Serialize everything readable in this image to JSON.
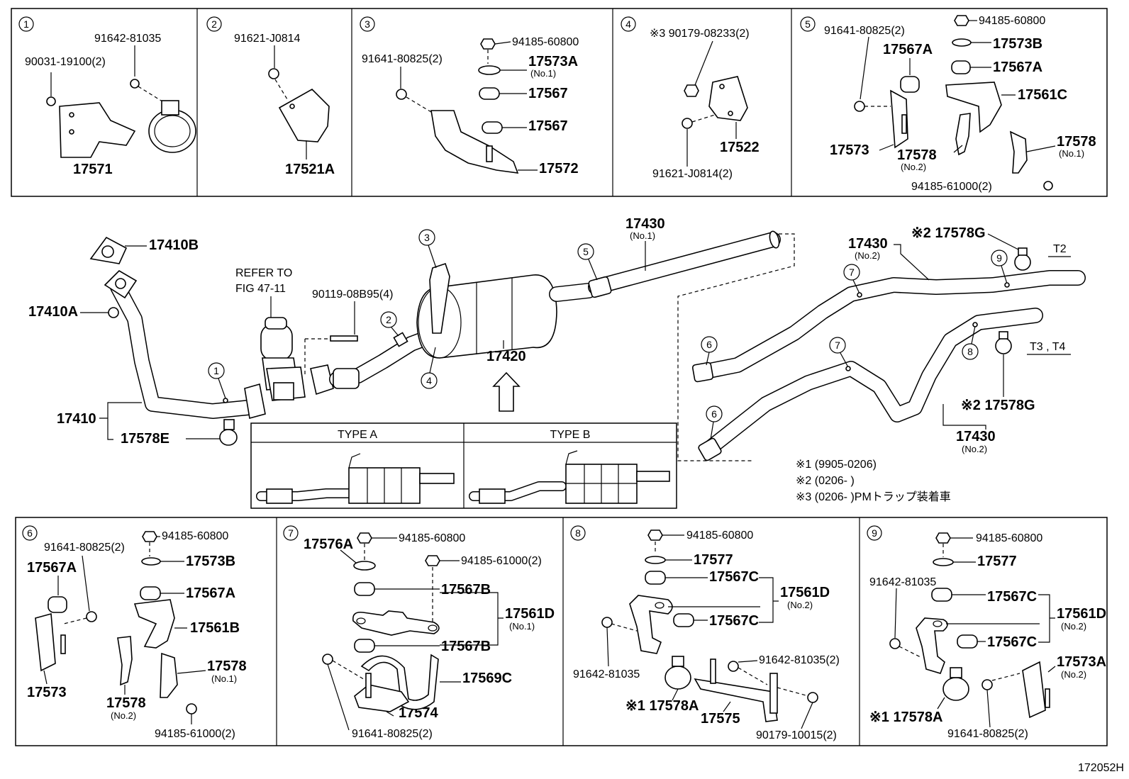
{
  "diagram_id": "172052H",
  "boxes": {
    "b1": {
      "num": "1",
      "parts": {
        "p1": "91642-81035",
        "p2": "90031-19100(2)",
        "p3": "17571"
      }
    },
    "b2": {
      "num": "2",
      "parts": {
        "p1": "91621-J0814",
        "p2": "17521A"
      }
    },
    "b3": {
      "num": "3",
      "parts": {
        "p1": "94185-60800",
        "p2": "91641-80825(2)",
        "p3": "17573A",
        "p3s": "(No.1)",
        "p4": "17567",
        "p5": "17567",
        "p6": "17572"
      }
    },
    "b4": {
      "num": "4",
      "parts": {
        "p1": "※3 90179-08233(2)",
        "p2": "17522",
        "p3": "91621-J0814(2)"
      }
    },
    "b5": {
      "num": "5",
      "parts": {
        "p1": "94185-60800",
        "p2": "91641-80825(2)",
        "p3": "17573B",
        "p4": "17567A",
        "p5": "17567A",
        "p6": "17561C",
        "p7": "17573",
        "p8": "17578",
        "p8s": "(No.2)",
        "p9": "17578",
        "p9s": "(No.1)",
        "p10": "94185-61000(2)"
      }
    },
    "b6": {
      "num": "6",
      "parts": {
        "p1": "94185-60800",
        "p2": "91641-80825(2)",
        "p3": "17573B",
        "p4": "17567A",
        "p5": "17567A",
        "p6": "17561B",
        "p7": "17573",
        "p8": "17578",
        "p8s": "(No.1)",
        "p9": "17578",
        "p9s": "(No.2)",
        "p10": "94185-61000(2)"
      }
    },
    "b7": {
      "num": "7",
      "parts": {
        "p1": "17576A",
        "p2": "94185-60800",
        "p3": "94185-61000(2)",
        "p4": "17567B",
        "p5": "17561D",
        "p5s": "(No.1)",
        "p6": "17567B",
        "p7": "17569C",
        "p8": "17574",
        "p9": "91641-80825(2)"
      }
    },
    "b8": {
      "num": "8",
      "parts": {
        "p1": "94185-60800",
        "p2": "17577",
        "p3": "17567C",
        "p4": "17561D",
        "p4s": "(No.2)",
        "p5": "17567C",
        "p6": "91642-81035",
        "p7": "91642-81035(2)",
        "p8": "※1 17578A",
        "p9": "17575",
        "p10": "90179-10015(2)"
      }
    },
    "b9": {
      "num": "9",
      "parts": {
        "p1": "94185-60800",
        "p2": "17577",
        "p3": "91642-81035",
        "p4": "17567C",
        "p5": "17561D",
        "p5s": "(No.2)",
        "p6": "17567C",
        "p7": "17573A",
        "p7s": "(No.2)",
        "p8": "※1 17578A",
        "p9": "91641-80825(2)"
      }
    }
  },
  "main": {
    "l17410B": "17410B",
    "l17410A": "17410A",
    "l17410": "17410",
    "l17578E": "17578E",
    "refer1": "REFER TO",
    "refer2": "FIG 47-11",
    "bolt": "90119-08B95(4)",
    "muffler": "17420",
    "pipe1": "17430",
    "pipe1s": "(No.1)",
    "pipe2a": "17430",
    "pipe2as": "(No.2)",
    "clamp1": "※2 17578G",
    "clamp2": "※2 17578G",
    "pipe2b": "17430",
    "pipe2bs": "(No.2)",
    "t2": "T2",
    "t34": "T3 , T4",
    "typeA": "TYPE A",
    "typeB": "TYPE B",
    "c1": "1",
    "c2": "2",
    "c3": "3",
    "c4": "4",
    "c5": "5",
    "c6a": "6",
    "c6b": "6",
    "c7a": "7",
    "c7b": "7",
    "c8": "8",
    "c9": "9"
  },
  "notes": {
    "n1": "※1 (9905-0206)",
    "n2": "※2 (0206-        )",
    "n3": "※3 (0206-        )PMトラップ装着車"
  }
}
